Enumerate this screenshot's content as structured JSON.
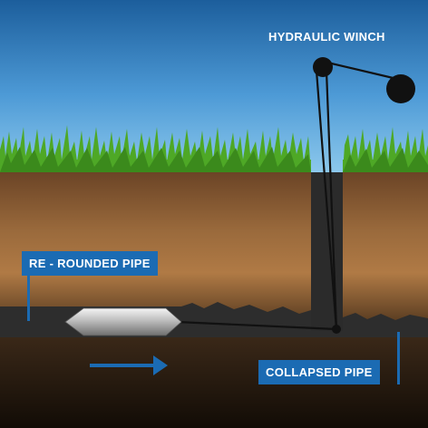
{
  "labels": {
    "winch": "HYDRAULIC WINCH",
    "rerounded": "RE - ROUNDED PIPE",
    "collapsed": "COLLAPSED PIPE"
  },
  "colors": {
    "sky_top": "#1c5e9c",
    "sky_bottom": "#7fc0e8",
    "grass": "#4ea826",
    "soil_top": "#6b4426",
    "soil_bottom": "#1f150c",
    "pipe": "#2d2d2d",
    "tag_blue": "#1b6bb3",
    "arrow_blue": "#1b6bb3",
    "cable": "#111111"
  },
  "icons": {
    "arrow": "right-arrow-icon",
    "pulley": "pulley-icon",
    "plug": "rounding-plug-icon"
  }
}
